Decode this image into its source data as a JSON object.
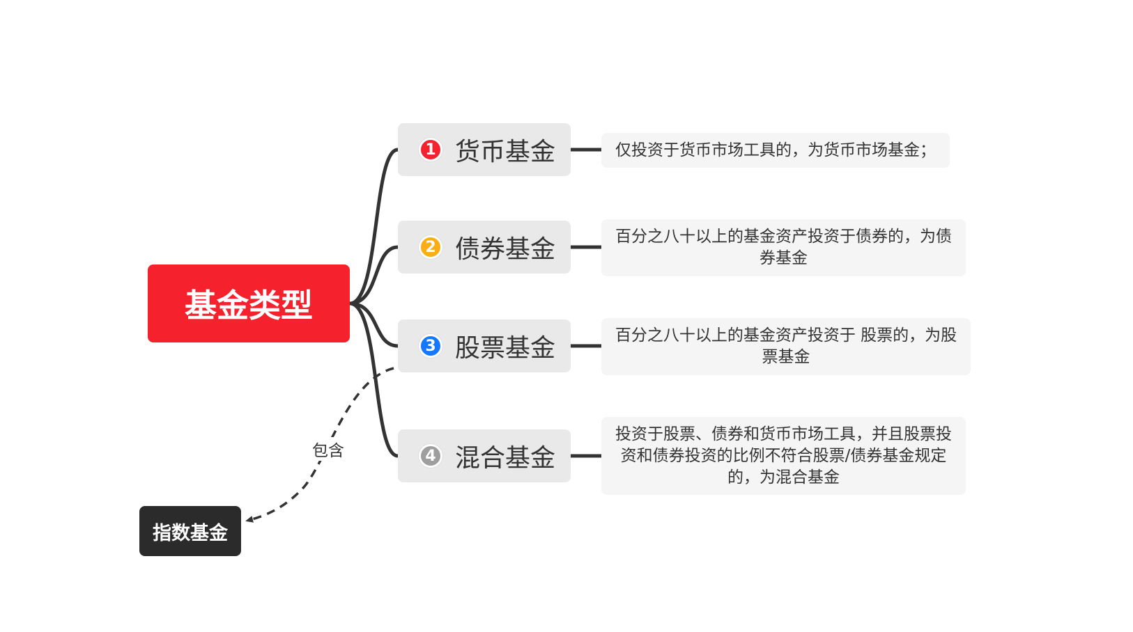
{
  "root": {
    "label": "基金类型",
    "color": "#f5222d"
  },
  "branches": [
    {
      "number": "1",
      "label": "货币基金",
      "badge_color": "#f5222d",
      "description": "仅投资于货币市场工具的，为货币市场基金；"
    },
    {
      "number": "2",
      "label": "债券基金",
      "badge_color": "#faad14",
      "description": "百分之八十以上的基金资产投资于债券的，为债券基金"
    },
    {
      "number": "3",
      "label": "股票基金",
      "badge_color": "#1677ff",
      "description": "百分之八十以上的基金资产投资于 股票的，为股票基金"
    },
    {
      "number": "4",
      "label": "混合基金",
      "badge_color": "#9e9e9e",
      "description": "投资于股票、债券和货币市场工具，并且股票投资和债券投资的比例不符合股票/债券基金规定的，为混合基金"
    }
  ],
  "relationship": {
    "label": "包含",
    "target": "指数基金",
    "style": "dashed"
  },
  "colors": {
    "connector": "#333333",
    "branch_bg": "#e9e9e9",
    "desc_bg": "#f5f5f5",
    "index_bg": "#2b2b2b"
  }
}
